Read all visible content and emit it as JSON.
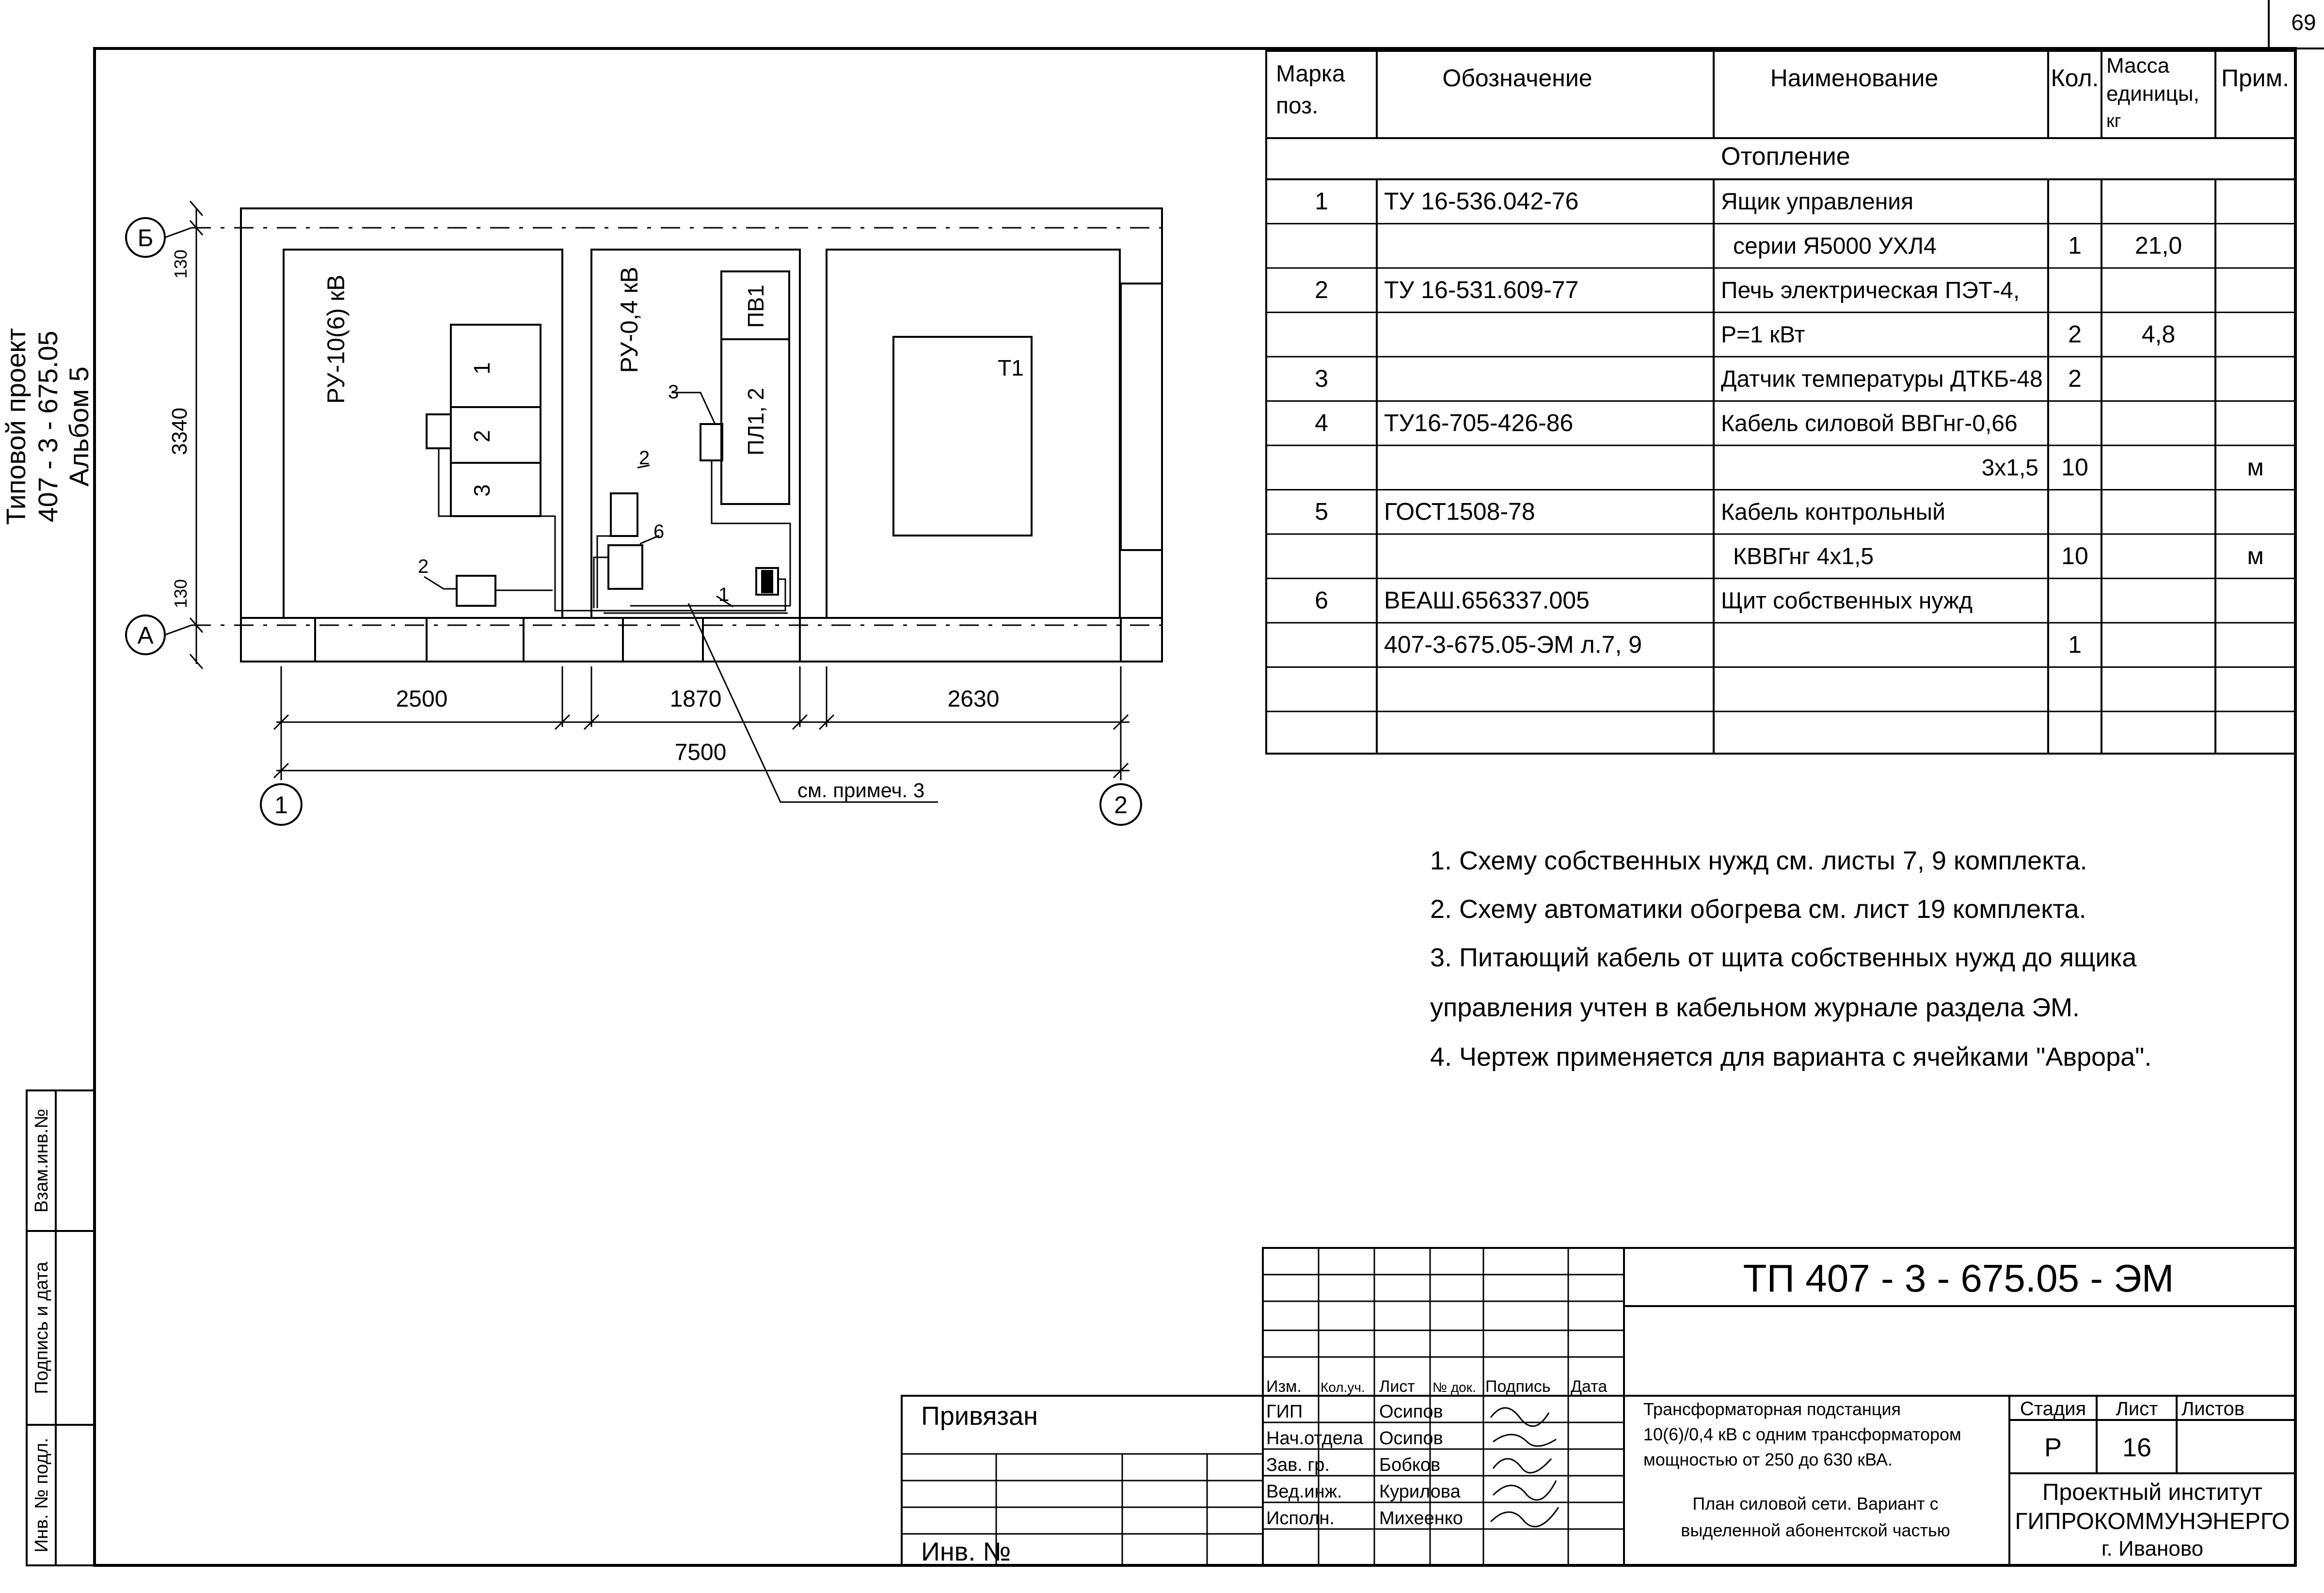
{
  "sheet_number": "69",
  "side_stamp": {
    "project": [
      "Типовой проект",
      "407 - 3 - 675.05",
      "Альбом  5"
    ],
    "boxes": [
      "Взам.инв.№",
      "Подпись и дата",
      "Инв. № подл."
    ]
  },
  "plan": {
    "rooms": [
      "РУ-10(6) кВ",
      "РУ-0,4 кВ",
      "Т1"
    ],
    "cells": [
      "1",
      "2",
      "3"
    ],
    "panels": [
      "ПВ1",
      "ПЛ1, 2"
    ],
    "item_labels": [
      "3",
      "2",
      "6",
      "1",
      "2"
    ],
    "axes_letters": [
      "Б",
      "А"
    ],
    "axes_numbers": [
      "1",
      "2"
    ],
    "dims_vertical": [
      "130",
      "3340",
      "130"
    ],
    "dims_horizontal": [
      "2500",
      "1870",
      "2630"
    ],
    "dim_total": "7500",
    "callout": "см. примеч. 3"
  },
  "spec_table": {
    "headers": [
      "Марка поз.",
      "Обозначение",
      "Наименование",
      "Кол.",
      "Масса единицы, кг",
      "Прим."
    ],
    "section": "Отопление",
    "rows": [
      [
        "1",
        "ТУ 16-536.042-76",
        "Ящик управления",
        "",
        "",
        ""
      ],
      [
        "",
        "",
        "серии Я5000  УХЛ4",
        "1",
        "21,0",
        ""
      ],
      [
        "2",
        "ТУ 16-531.609-77",
        "Печь электрическая ПЭТ-4,",
        "",
        "",
        ""
      ],
      [
        "",
        "",
        "Р=1 кВт",
        "2",
        "4,8",
        ""
      ],
      [
        "3",
        "",
        "Датчик температуры ДТКБ-48",
        "2",
        "",
        ""
      ],
      [
        "4",
        "ТУ16-705-426-86",
        "Кабель силовой ВВГнг-0,66",
        "",
        "",
        ""
      ],
      [
        "",
        "",
        "3х1,5",
        "10",
        "",
        "м"
      ],
      [
        "5",
        "ГОСТ1508-78",
        "Кабель контрольный",
        "",
        "",
        ""
      ],
      [
        "",
        "",
        "КВВГнг                4х1,5",
        "10",
        "",
        "м"
      ],
      [
        "6",
        "ВЕАШ.656337.005",
        " Щит собственных нужд",
        "",
        "",
        ""
      ],
      [
        "",
        "407-3-675.05-ЭМ л.7, 9",
        "",
        "1",
        "",
        ""
      ],
      [
        "",
        "",
        "",
        "",
        "",
        ""
      ],
      [
        "",
        "",
        "",
        "",
        "",
        ""
      ]
    ]
  },
  "notes": [
    "1. Схему собственных нужд см. листы 7, 9  комплекта.",
    "2. Схему автоматики обогрева см. лист 19 комплекта.",
    "3. Питающий кабель от щита собственных нужд до ящика",
    "управления учтен в кабельном журнале раздела ЭМ.",
    "4. Чертеж применяется для варианта с ячейками \"Аврора\"."
  ],
  "title_block": {
    "code": "ТП  407 - 3 - 675.05 - ЭМ",
    "privyazan": "Привязан",
    "inv": "Инв. №",
    "columns": [
      "Изм.",
      "Кол.уч.",
      "Лист",
      "№ док.",
      "Подпись",
      "Дата"
    ],
    "staff": [
      {
        "role": "ГИП",
        "name": "Осипов"
      },
      {
        "role": "Нач.отдела",
        "name": "Осипов"
      },
      {
        "role": "Зав. гр.",
        "name": "Бобков"
      },
      {
        "role": "Вед.инж.",
        "name": "Курилова"
      },
      {
        "role": "Исполн.",
        "name": "Михеенко"
      }
    ],
    "object_name": [
      "Трансформаторная подстанция",
      "10(6)/0,4 кВ с одним трансформатором",
      "мощностью от 250 до 630 кВА."
    ],
    "sheet_name": [
      "План силовой сети. Вариант с",
      "выделенной абонентской частью"
    ],
    "stage_headers": [
      "Стадия",
      "Лист",
      "Листов"
    ],
    "stage": "Р",
    "sheet": "16",
    "sheets": "",
    "org": [
      "Проектный институт",
      "ГИПРОКОММУНЭНЕРГО",
      "г. Иваново"
    ]
  }
}
